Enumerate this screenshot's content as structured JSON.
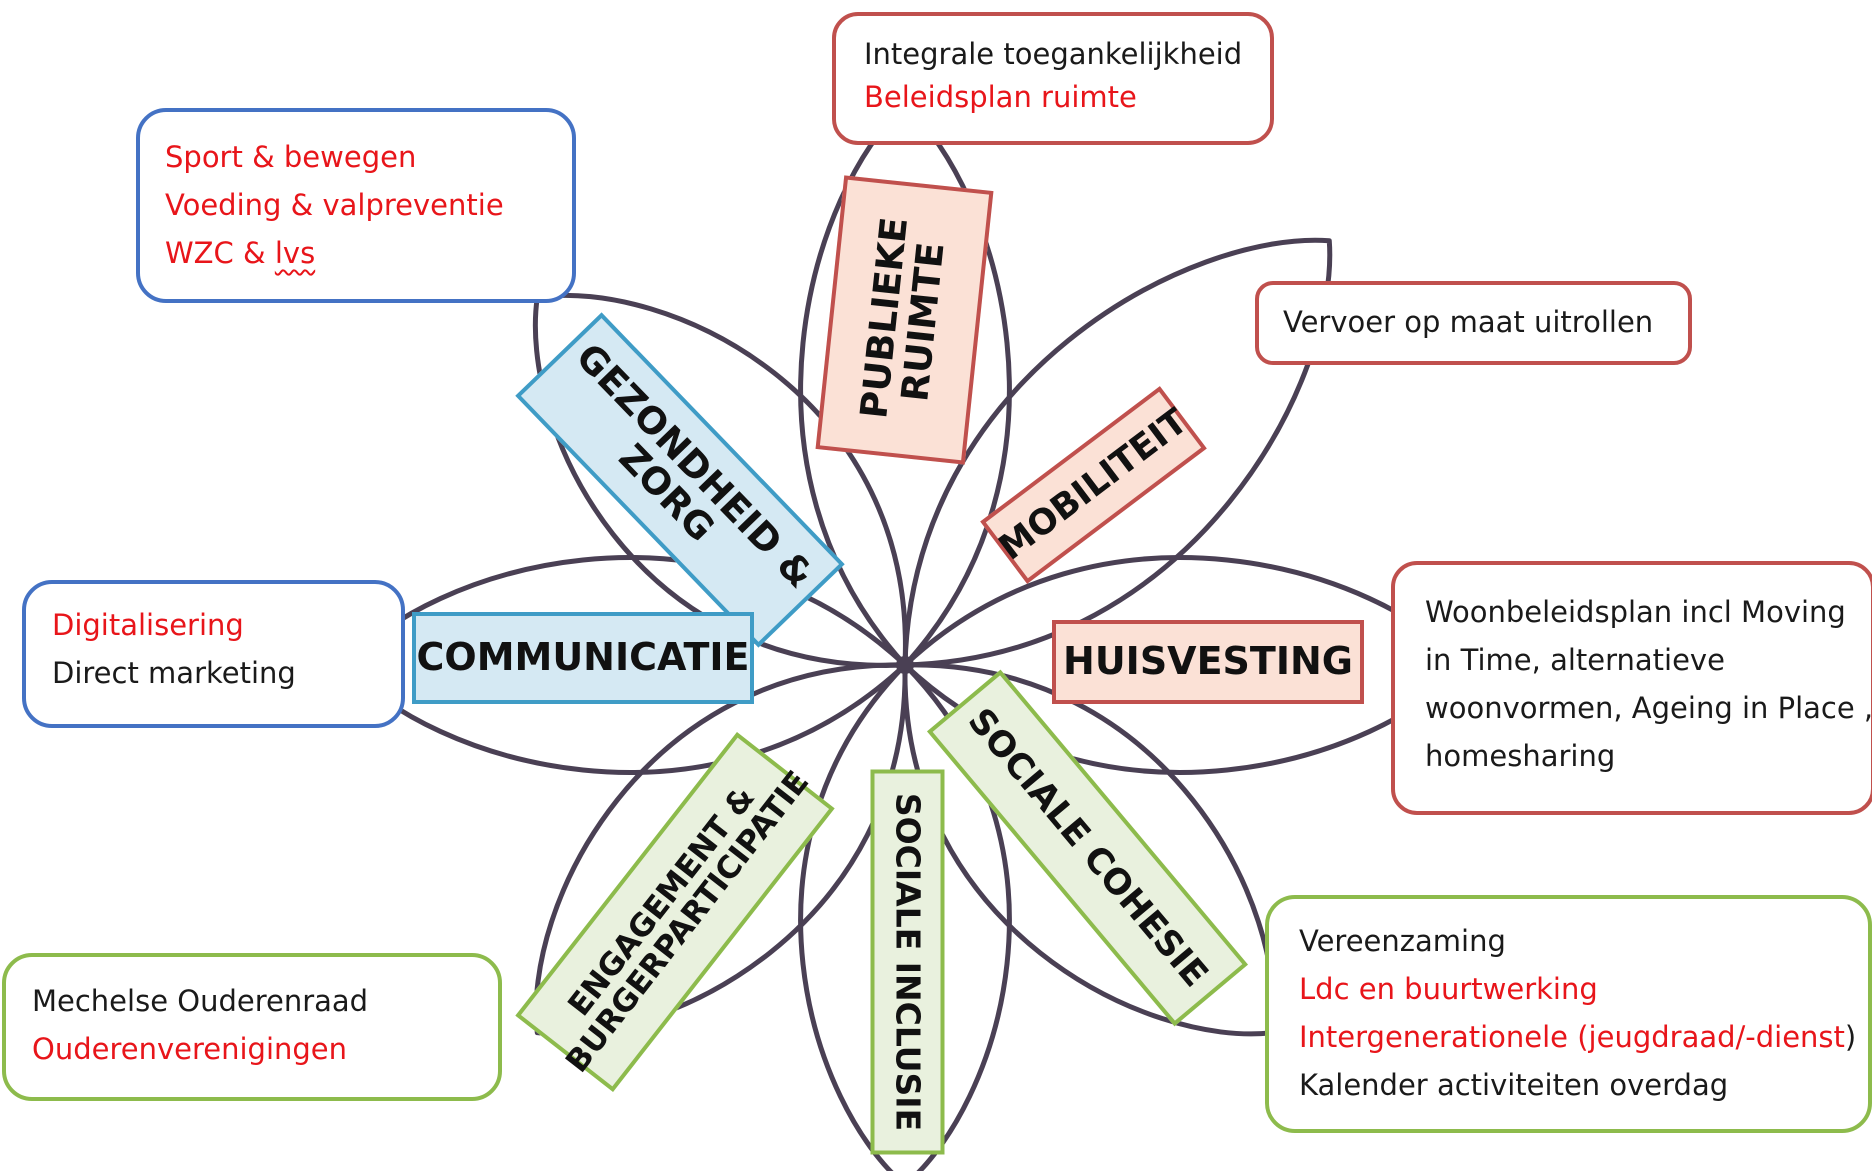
{
  "colors": {
    "petal_stroke": "#4a4054",
    "blue_fill": "#d5e9f3",
    "blue_border": "#3f9cc6",
    "salmon_fill": "#fbe1d6",
    "salmon_border": "#c0504d",
    "green_fill": "#e9f1de",
    "green_border": "#8dbb4c",
    "callout_blue": "#4472c4",
    "callout_red": "#c0504d",
    "callout_green": "#8dbb4c",
    "text_red": "#e8151a",
    "text_dark": "#1a1a1a"
  },
  "domains": {
    "gezondheid": "GEZONDHEID &\nZORG",
    "publieke": "PUBLIEKE\nRUIMTE",
    "mobiliteit": "MOBILITEIT",
    "huisvesting": "HUISVESTING",
    "sociale_cohesie": "SOCIALE COHESIE",
    "sociale_inclusie": "SOCIALE INCLUSIE",
    "engagement": "ENGAGEMENT &\nBURGERPARTICIPATIE",
    "communicatie": "COMMUNICATIE"
  },
  "callouts": {
    "gezondheid": {
      "line1": "Sport & bewegen",
      "line2": "Voeding & valpreventie",
      "line3a": "WZC & ",
      "line3b": "lvs"
    },
    "publieke": {
      "line1": "Integrale toegankelijkheid",
      "line2": "Beleidsplan ruimte"
    },
    "mobiliteit": {
      "line1": "Vervoer op maat uitrollen"
    },
    "huisvesting": {
      "line1": "Woonbeleidsplan incl Moving",
      "line2": "in Time, alternatieve",
      "line3": "woonvormen, Ageing in Place ,",
      "line4": "homesharing"
    },
    "communicatie": {
      "line1": "Digitalisering",
      "line2": "Direct marketing"
    },
    "engagement": {
      "line1": "Mechelse Ouderenraad",
      "line2": "Ouderenverenigingen"
    },
    "sociale": {
      "line1": "Vereenzaming",
      "line2": "Ldc en buurtwerking",
      "line3a": "Intergenerationele (jeugdraad/-dienst",
      "line3b": ")",
      "line4": "Kalender activiteiten overdag"
    }
  }
}
